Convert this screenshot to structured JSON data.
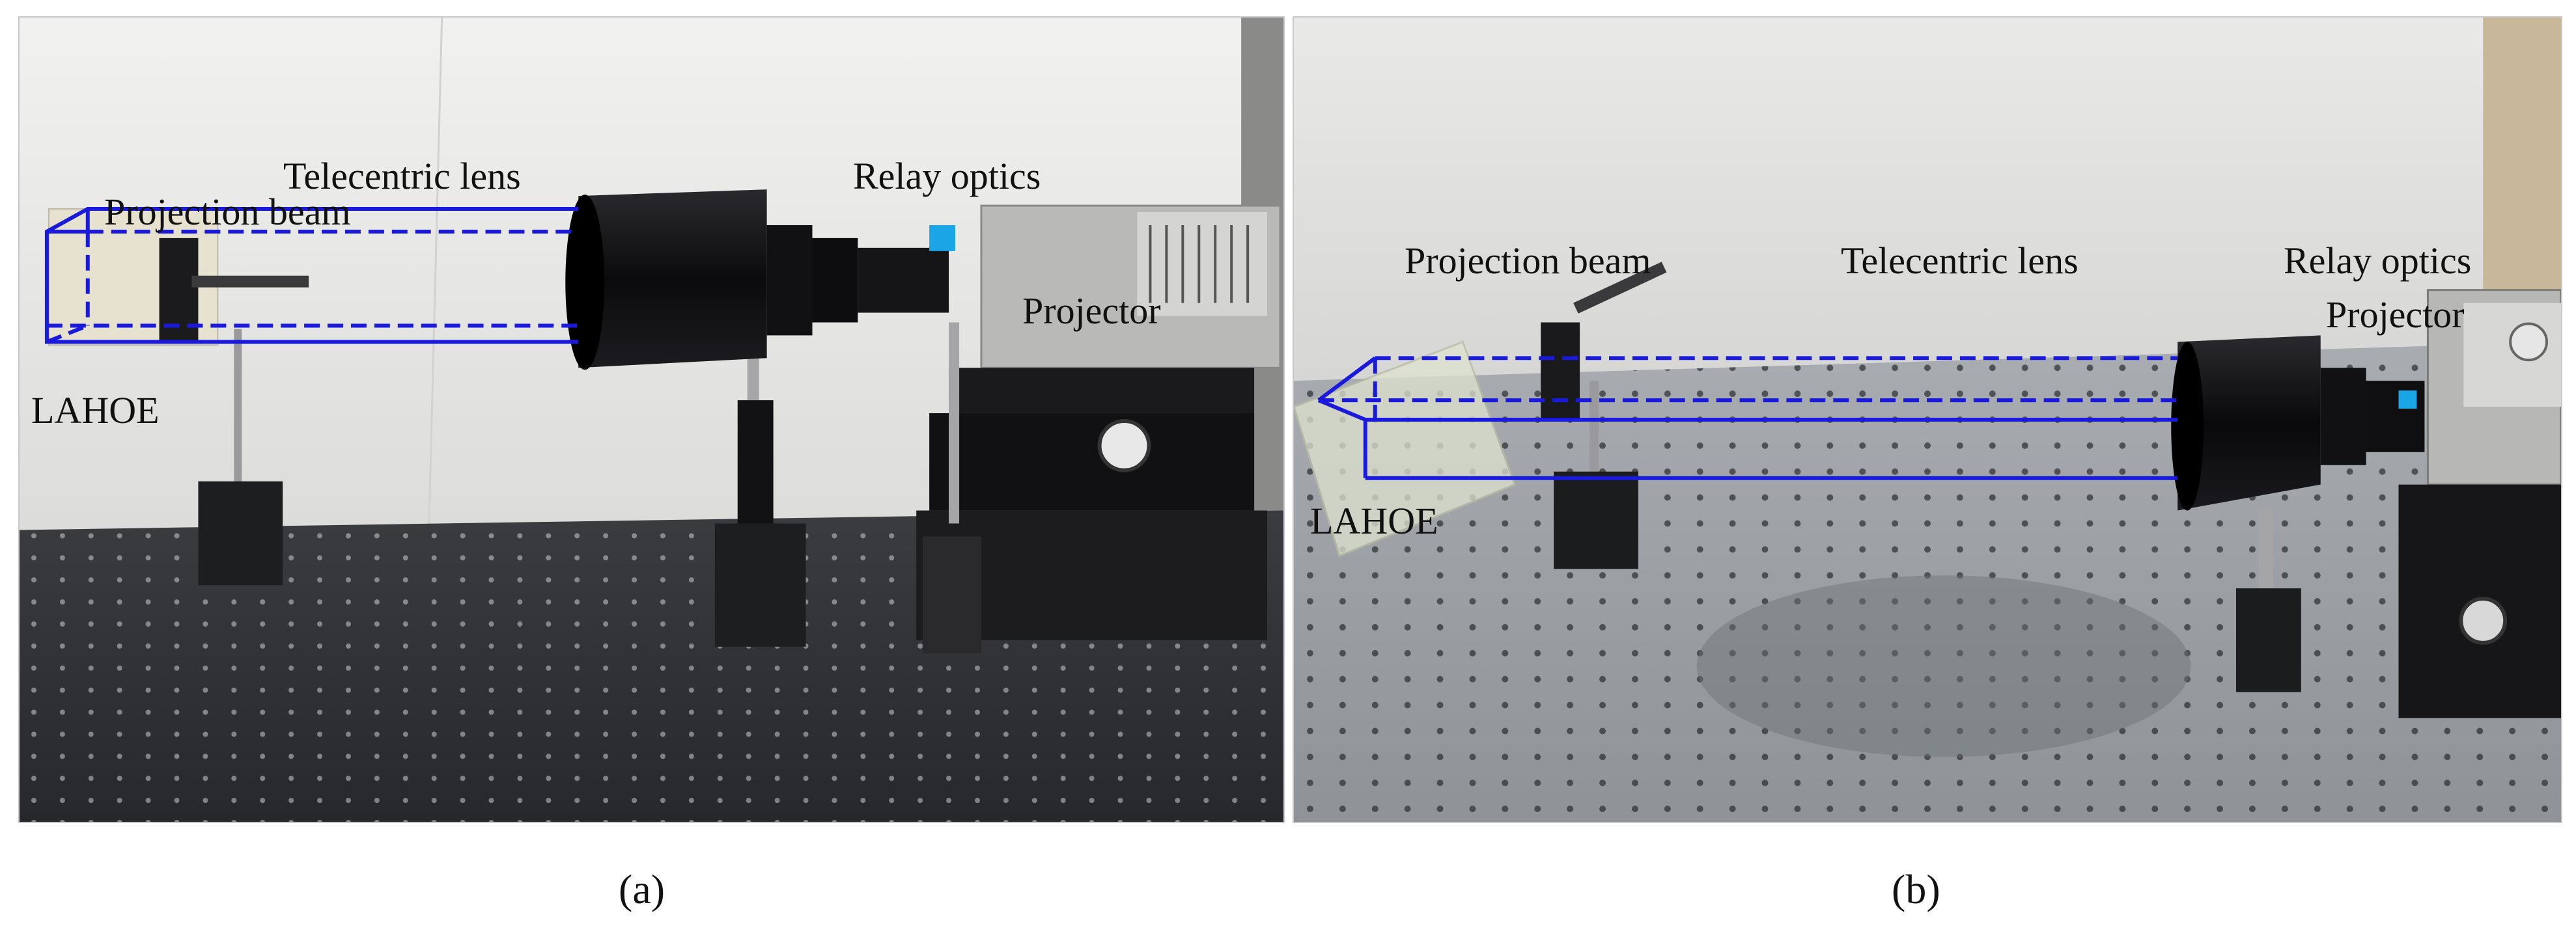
{
  "panels": [
    {
      "id": "a",
      "caption": "(a)",
      "labels": {
        "projection_beam": "Projection beam",
        "telecentric_lens": "Telecentric lens",
        "relay_optics": "Relay optics",
        "projector": "Projector",
        "lahoe": "LAHOE"
      }
    },
    {
      "id": "b",
      "caption": "(b)",
      "labels": {
        "projection_beam": "Projection beam",
        "telecentric_lens": "Telecentric lens",
        "relay_optics": "Relay optics",
        "projector": "Projector",
        "lahoe": "LAHOE"
      }
    }
  ],
  "colors": {
    "beam": "#1a1adc",
    "wall": "#ececea",
    "table": "#2f3134",
    "hole": "#c8ccd0",
    "lens": "#0d0d0f",
    "projector_body": "#b9b9b7",
    "accent_blue": "#1aa6e6"
  }
}
